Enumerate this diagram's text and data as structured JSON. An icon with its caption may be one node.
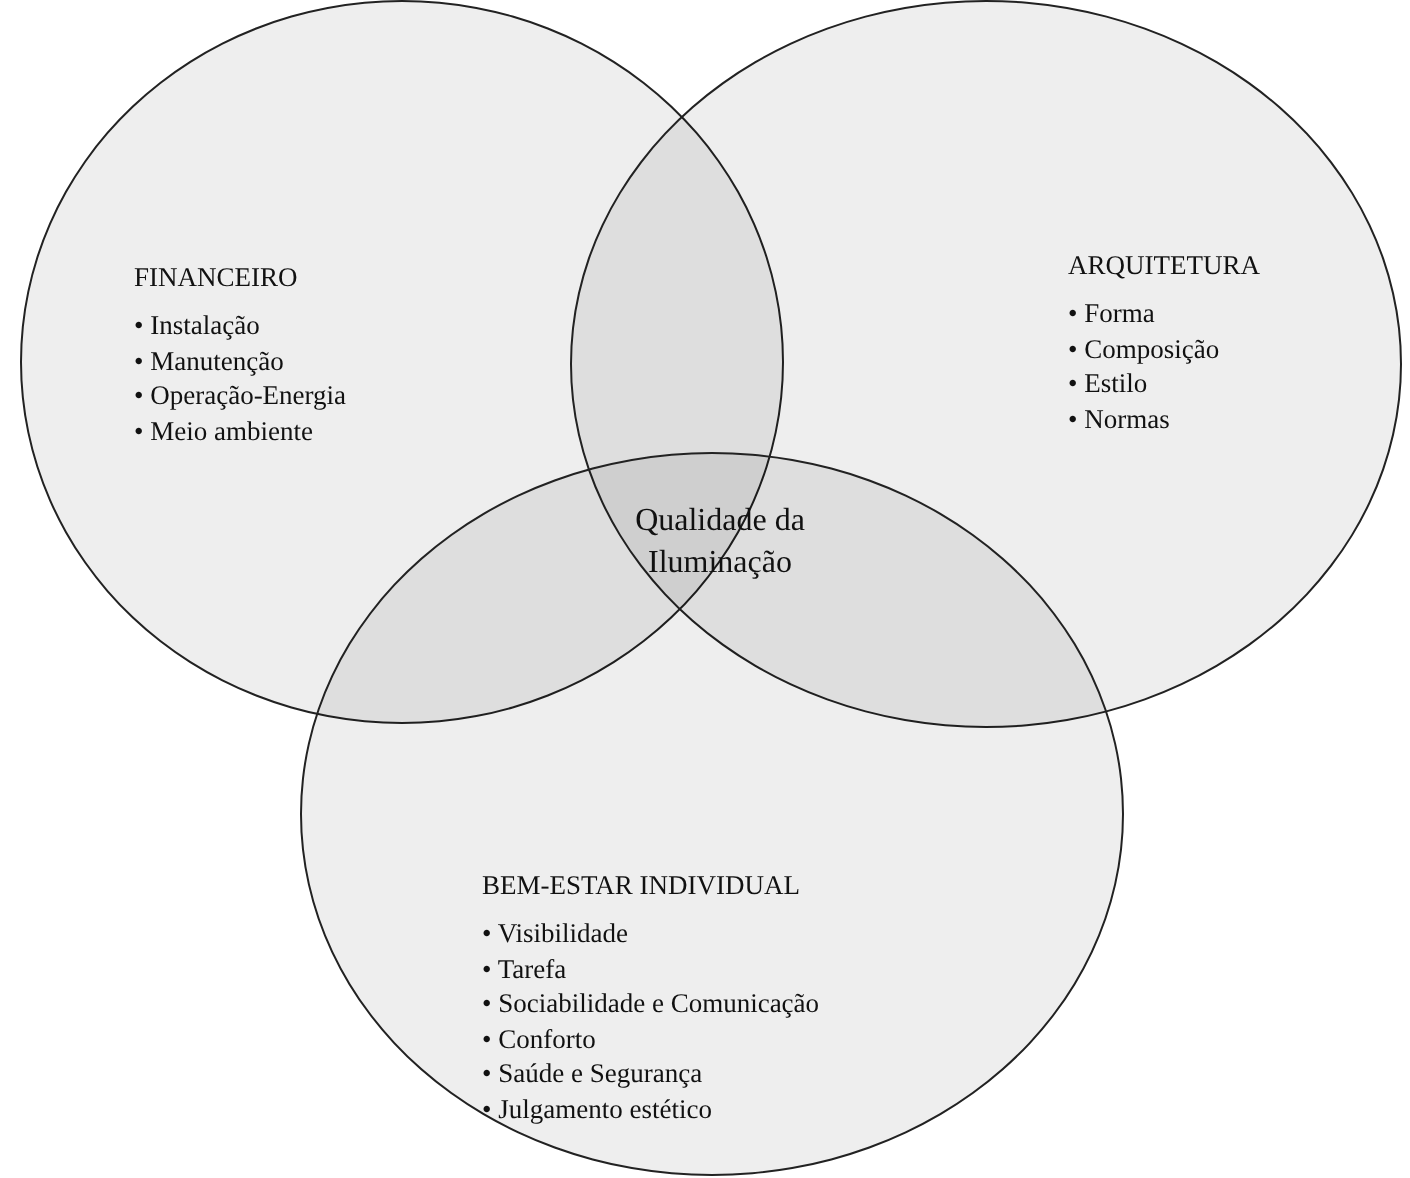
{
  "diagram": {
    "nodes": [
      {
        "text": [
          "FINANCEIRO",
          "• Instalação",
          "• Manutenção",
          "• Operação-Energia",
          "• Meio ambiente"
        ]
      },
      {
        "text": [
          "ARQUITETURA",
          "• Forma",
          "• Composição",
          "• Estilo",
          "• Normas"
        ]
      },
      {
        "text": [
          "BEM-ESTAR INDIVIDUAL",
          "• Visibilidade",
          "• Tarefa",
          "• Sociabilidade e Comunicação",
          "• Conforto",
          "• Saúde e Segurança",
          "• Julgamento estético"
        ]
      }
    ],
    "labels": [
      "Qualidade da Iluminação"
    ]
  }
}
